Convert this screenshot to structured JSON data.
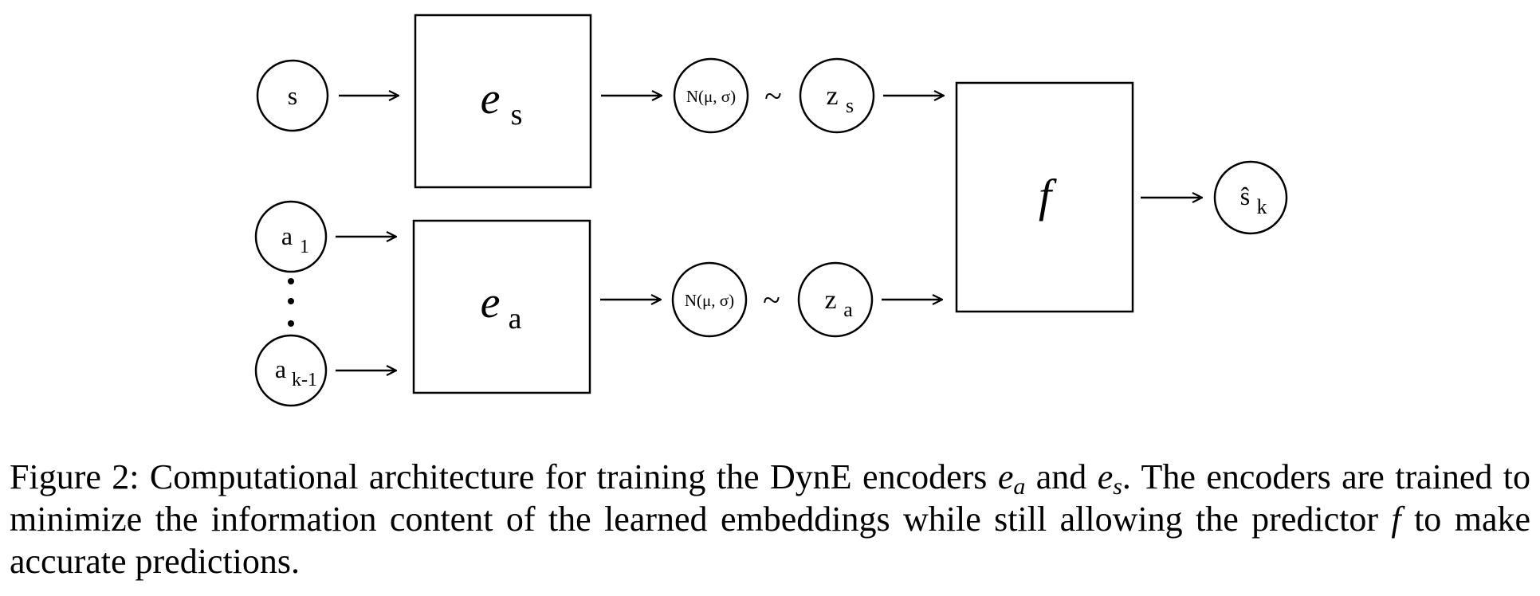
{
  "diagram": {
    "inputs": {
      "state": "s",
      "action_first": {
        "base": "a",
        "sub": "1"
      },
      "action_last": {
        "base": "a",
        "sub": "k-1"
      }
    },
    "encoders": {
      "state": {
        "base": "e",
        "sub": "s"
      },
      "action": {
        "base": "e",
        "sub": "a"
      }
    },
    "distribution_label": "N(μ, σ)",
    "sample_symbol": "~",
    "latents": {
      "state": {
        "base": "z",
        "sub": "s"
      },
      "action": {
        "base": "z",
        "sub": "a"
      }
    },
    "predictor": "f",
    "output": {
      "base": "ŝ",
      "sub": "k"
    }
  },
  "caption": {
    "prefix": "Figure 2: Computational architecture for training the DynE encoders ",
    "enc_a": {
      "base": "e",
      "sub": "a"
    },
    "and_text": " and ",
    "enc_s": {
      "base": "e",
      "sub": "s"
    },
    "middle": ".  The encoders are trained to minimize the information content of the learned embeddings while still allowing the predictor ",
    "predictor": "f",
    "suffix": " to make accurate predictions."
  }
}
